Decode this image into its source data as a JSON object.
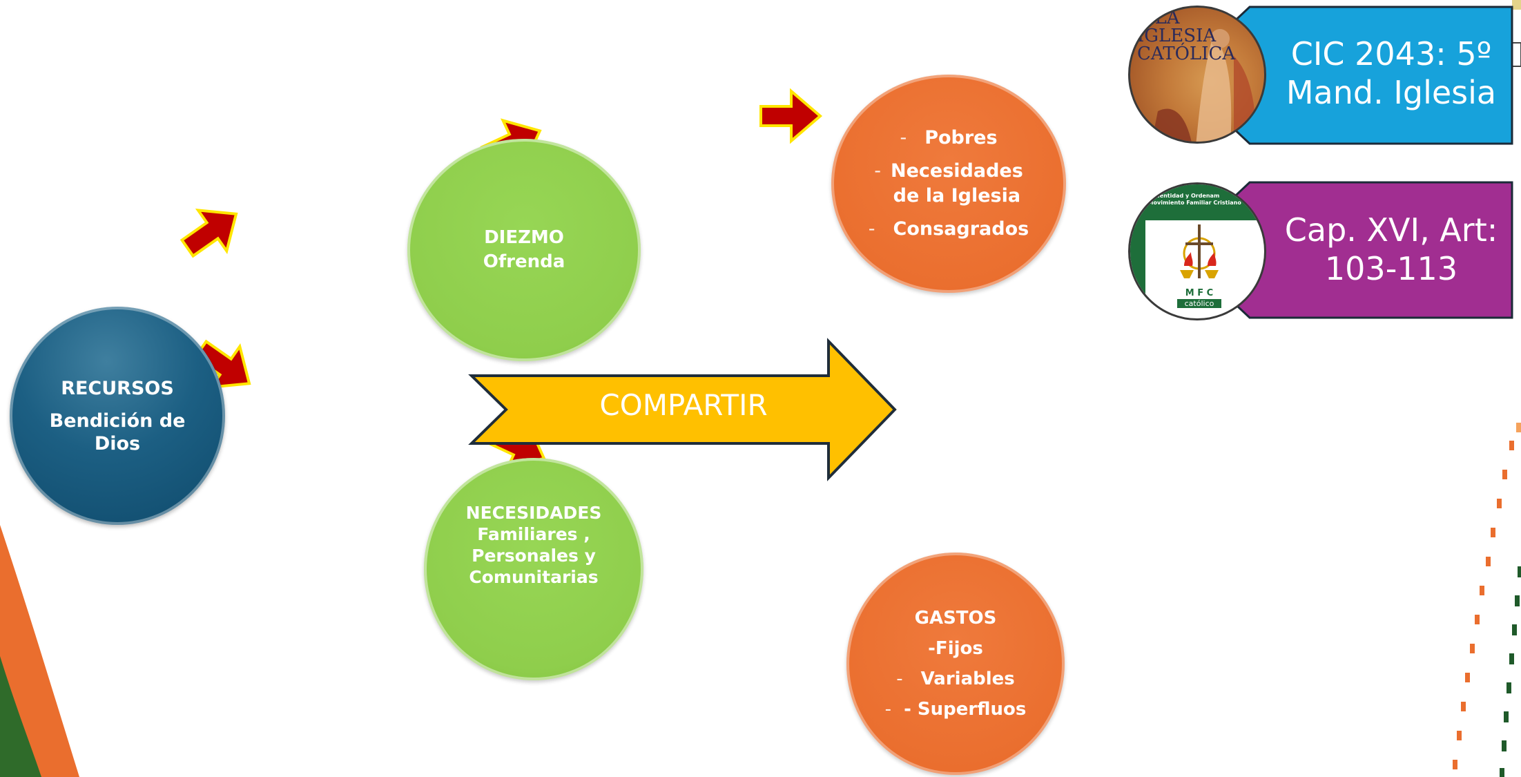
{
  "recursos": {
    "title": "RECURSOS",
    "line1": "Bendición de",
    "line2": "Dios"
  },
  "diezmo": {
    "line1": "DIEZMO",
    "line2": "Ofrenda"
  },
  "necesidades": {
    "line1": "NECESIDADES",
    "line2": "Familiares ,",
    "line3": "Personales y",
    "line4": "Comunitarias"
  },
  "compartir": {
    "label": "COMPARTIR"
  },
  "destinos": {
    "dash": "-",
    "items": [
      "Pobres",
      "Necesidades",
      "de la Iglesia",
      "Consagrados"
    ]
  },
  "gastos": {
    "title": "GASTOS",
    "fijos": "-Fijos",
    "dash": "-",
    "variables": "Variables",
    "superfluos": "- Superfluos"
  },
  "references": [
    {
      "text_line1": "CIC 2043: 5º",
      "text_line2": "Mand. Iglesia",
      "color": "#17a2db",
      "image_text": [
        "L LA",
        "IGLESIA",
        "CATÓLICA"
      ]
    },
    {
      "text_line1": "Cap. XVI, Art:",
      "text_line2": "103-113",
      "color": "#a12e91",
      "image_text": [
        "de Identidad y Ordenam",
        "l Movimiento Familiar Cristiano",
        "M F C",
        "católico"
      ]
    }
  ],
  "colors": {
    "blue_circle": "#1c5f83",
    "green_circle": "#8fce4c",
    "orange_circle": "#ea6e2e",
    "arrow_fill": "#c00000",
    "arrow_outline": "#ffe600",
    "compartir_fill": "#ffc000"
  }
}
